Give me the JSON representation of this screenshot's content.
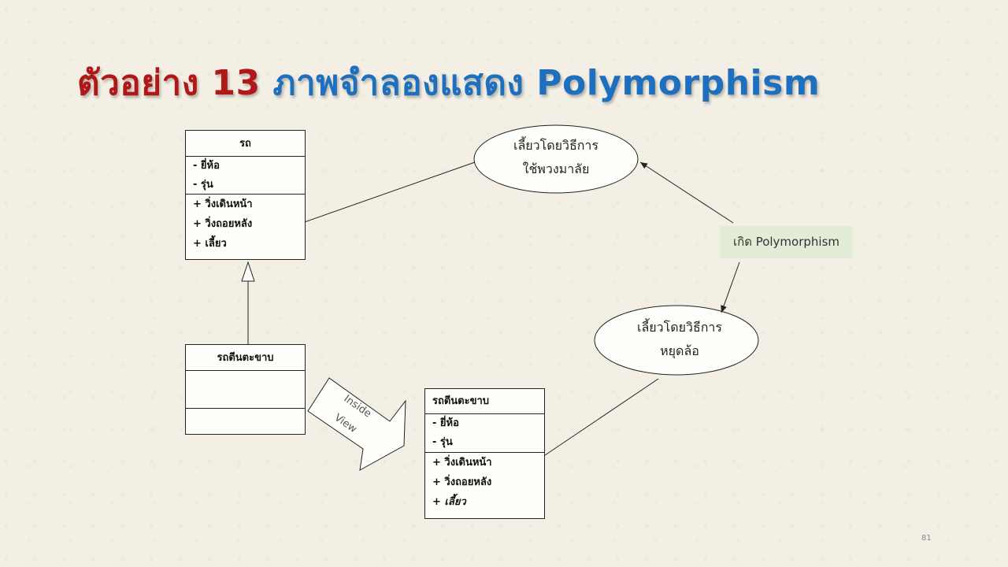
{
  "slide": {
    "title_part1": "ตัวอย่าง 13",
    "title_part2": " ภาพจำลองแสดง Polymorphism",
    "page_number": "81"
  },
  "class_car": {
    "name": "รถ",
    "attributes": [
      "- ยี่ห้อ",
      "- รุ่น"
    ],
    "methods": [
      "+ วิ่งเดินหน้า",
      "+ วิ่งถอยหลัง",
      "+ เลี้ยว"
    ]
  },
  "class_tricycle": {
    "name": "รถตีนตะขาบ"
  },
  "class_tricycle_inside": {
    "name": "รถตีนตะขาบ",
    "attributes": [
      "- ยี่ห้อ",
      "- รุ่น"
    ],
    "methods": [
      "+ วิ่งเดินหน้า",
      "+ วิ่งถอยหลัง",
      "+ เลี้ยว"
    ]
  },
  "ellipse_top": {
    "line1": "เลี้ยวโดยวิธีการ",
    "line2": "ใช้พวงมาลัย"
  },
  "ellipse_bottom": {
    "line1": "เลี้ยวโดยวิธีการ",
    "line2": "หยุดล้อ"
  },
  "callout": "เกิด Polymorphism",
  "inside_view": {
    "word1": "Inside",
    "word2": "View"
  }
}
